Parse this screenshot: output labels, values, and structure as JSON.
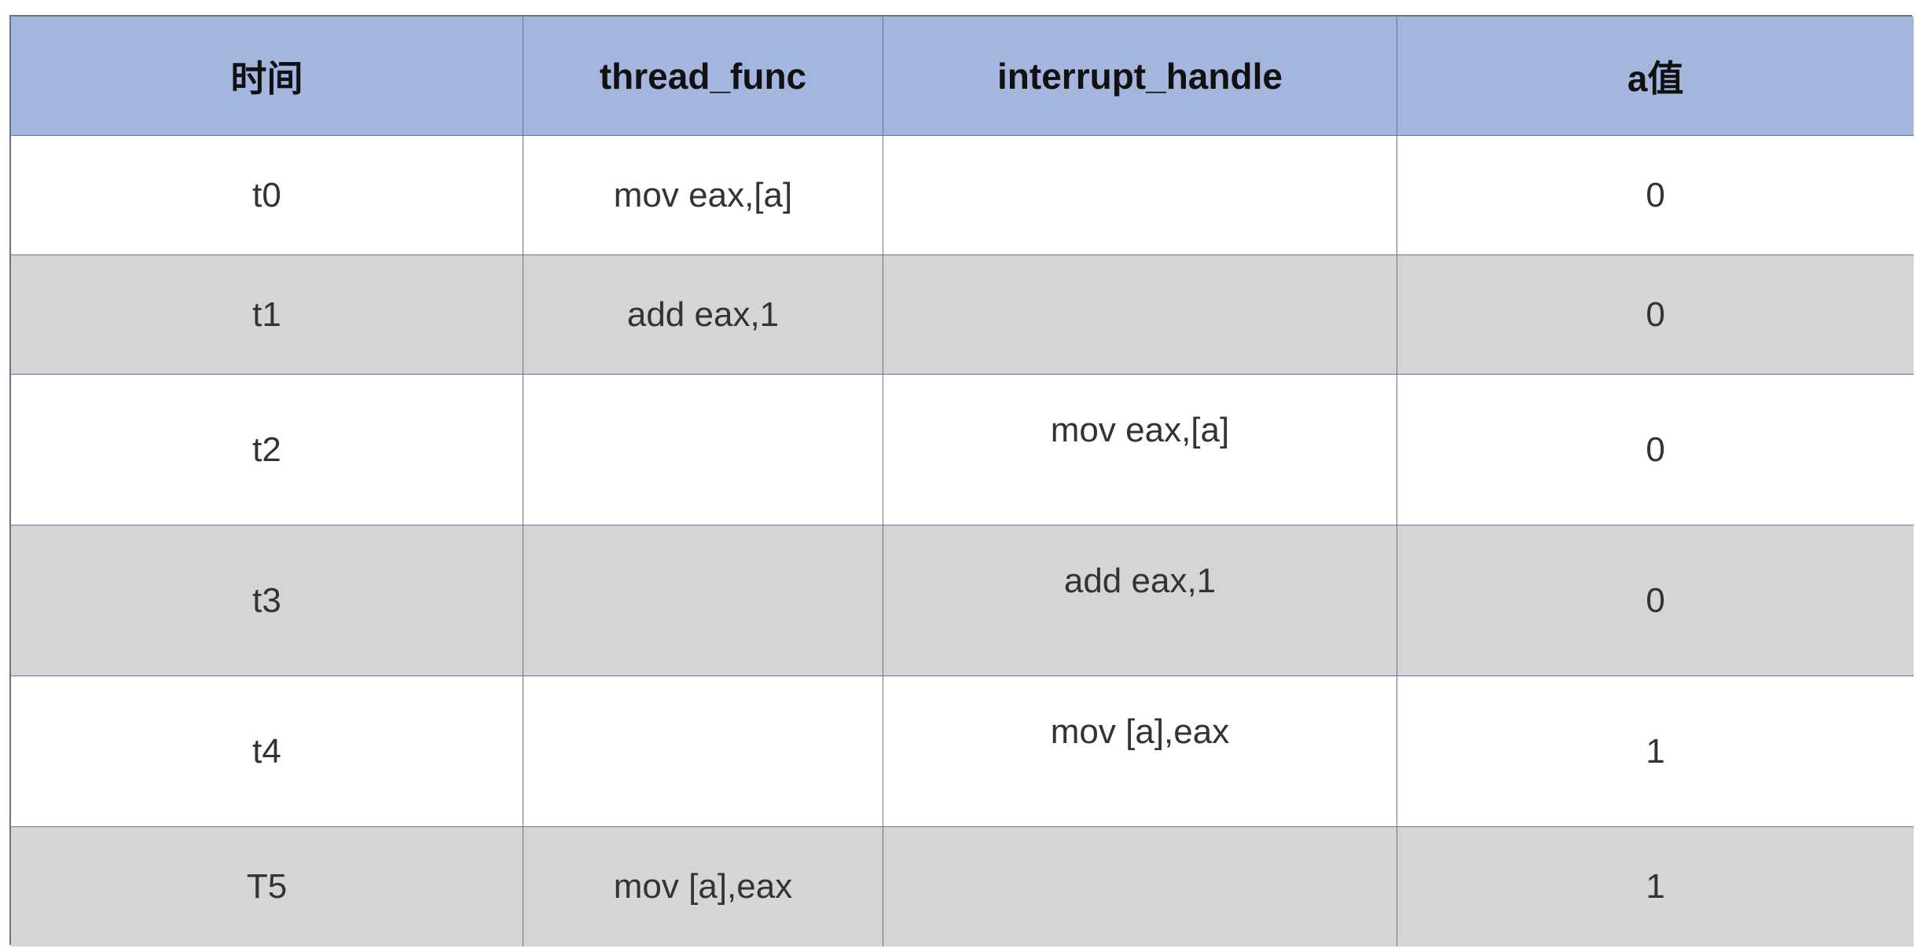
{
  "table": {
    "headers": [
      "时间",
      "thread_func",
      "interrupt_handle",
      "a值"
    ],
    "rows": [
      {
        "time": "t0",
        "thread_func": "mov eax,[a]",
        "interrupt_handle": "",
        "a_value": "0"
      },
      {
        "time": "t1",
        "thread_func": "add eax,1",
        "interrupt_handle": "",
        "a_value": "0"
      },
      {
        "time": "t2",
        "thread_func": "",
        "interrupt_handle": "mov eax,[a]",
        "a_value": "0"
      },
      {
        "time": "t3",
        "thread_func": "",
        "interrupt_handle": "add eax,1",
        "a_value": "0"
      },
      {
        "time": "t4",
        "thread_func": "",
        "interrupt_handle": "mov [a],eax",
        "a_value": "1"
      },
      {
        "time": "T5",
        "thread_func": "mov [a],eax",
        "interrupt_handle": "",
        "a_value": "1"
      }
    ]
  },
  "colors": {
    "header_bg": "#a4b6dd",
    "row_alt_bg": "#d5d5d5",
    "border": "#6a7686"
  }
}
